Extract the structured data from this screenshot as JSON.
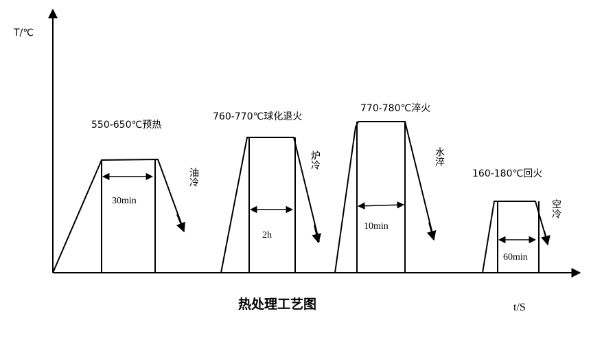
{
  "diagram": {
    "y_axis_label": "T/℃",
    "x_axis_label": "t/S",
    "title": "热处理工艺图",
    "stages": [
      {
        "name": "550-650℃预热",
        "hold": "30min",
        "cooling": "油冷"
      },
      {
        "name": "760-770℃球化退火",
        "hold": "2h",
        "cooling": "炉冷"
      },
      {
        "name": "770-780℃淬火",
        "hold": "10min",
        "cooling": "水淬"
      },
      {
        "name": "160-180℃回火",
        "hold": "60min",
        "cooling": "空冷"
      }
    ]
  }
}
